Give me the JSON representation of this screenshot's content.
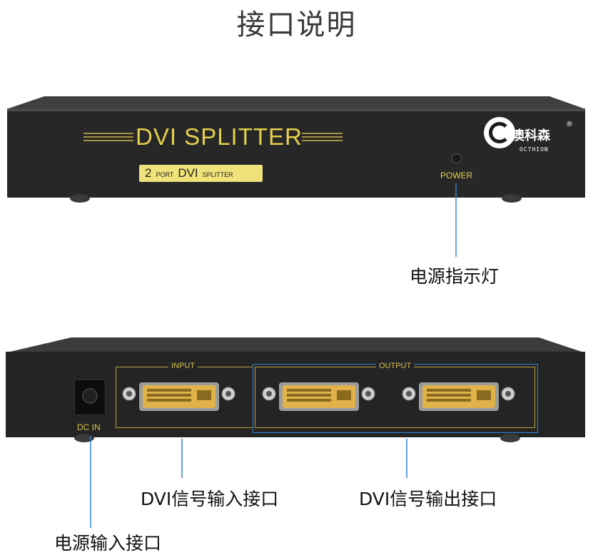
{
  "title": "接口说明",
  "front_panel": {
    "brand_text": "DVI SPLITTER",
    "label_number": "2",
    "label_port": "PORT",
    "label_dvi": "DVI",
    "label_splitter": "SPLITTER",
    "power_label": "POWER",
    "logo_text": "澳科森",
    "logo_sub": "OCTHION",
    "logo_mark": "®"
  },
  "rear_panel": {
    "input_label": "INPUT",
    "output_label": "OUTPUT",
    "dc_in_label": "DC IN"
  },
  "callouts": {
    "power_indicator": "电源指示灯",
    "dvi_input": "DVI信号输入接口",
    "dvi_output": "DVI信号输出接口",
    "power_input": "电源输入接口"
  },
  "colors": {
    "device": "#262626",
    "accent_gold": "#e3cf4c",
    "callout_line": "#2f86d8"
  }
}
